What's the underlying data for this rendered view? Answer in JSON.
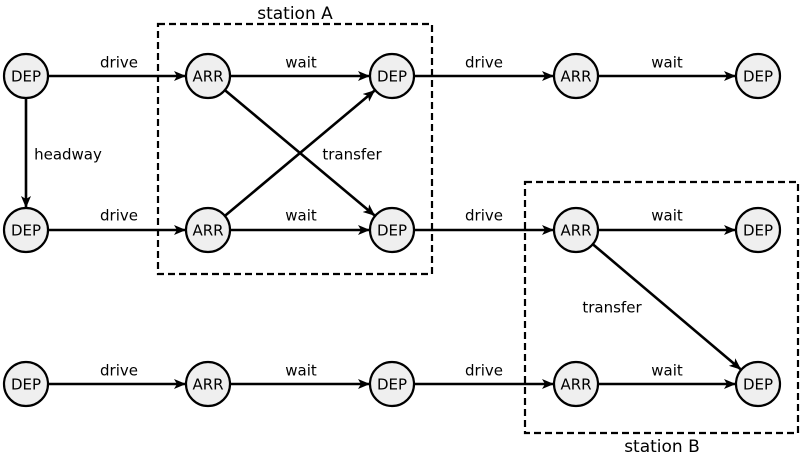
{
  "stations": [
    {
      "id": "A",
      "label": "station A"
    },
    {
      "id": "B",
      "label": "station B"
    }
  ],
  "nodes": [
    {
      "id": "r1c1",
      "label": "DEP"
    },
    {
      "id": "r1c2",
      "label": "ARR"
    },
    {
      "id": "r1c3",
      "label": "DEP"
    },
    {
      "id": "r1c4",
      "label": "ARR"
    },
    {
      "id": "r1c5",
      "label": "DEP"
    },
    {
      "id": "r2c1",
      "label": "DEP"
    },
    {
      "id": "r2c2",
      "label": "ARR"
    },
    {
      "id": "r2c3",
      "label": "DEP"
    },
    {
      "id": "r2c4",
      "label": "ARR"
    },
    {
      "id": "r2c5",
      "label": "DEP"
    },
    {
      "id": "r3c1",
      "label": "DEP"
    },
    {
      "id": "r3c2",
      "label": "ARR"
    },
    {
      "id": "r3c3",
      "label": "DEP"
    },
    {
      "id": "r3c4",
      "label": "ARR"
    },
    {
      "id": "r3c5",
      "label": "DEP"
    }
  ],
  "edges": [
    {
      "from": "r1c1",
      "to": "r1c2",
      "label": "drive"
    },
    {
      "from": "r1c2",
      "to": "r1c3",
      "label": "wait"
    },
    {
      "from": "r1c3",
      "to": "r1c4",
      "label": "drive"
    },
    {
      "from": "r1c4",
      "to": "r1c5",
      "label": "wait"
    },
    {
      "from": "r1c1",
      "to": "r2c1",
      "label": "headway"
    },
    {
      "from": "r2c1",
      "to": "r2c2",
      "label": "drive"
    },
    {
      "from": "r2c2",
      "to": "r2c3",
      "label": "wait"
    },
    {
      "from": "r2c3",
      "to": "r2c4",
      "label": "drive"
    },
    {
      "from": "r2c4",
      "to": "r2c5",
      "label": "wait"
    },
    {
      "from": "r3c1",
      "to": "r3c2",
      "label": "drive"
    },
    {
      "from": "r3c2",
      "to": "r3c3",
      "label": "wait"
    },
    {
      "from": "r3c3",
      "to": "r3c4",
      "label": "drive"
    },
    {
      "from": "r3c4",
      "to": "r3c5",
      "label": "wait"
    },
    {
      "from": "r1c2",
      "to": "r2c3",
      "label": "transfer"
    },
    {
      "from": "r2c2",
      "to": "r1c3",
      "label": ""
    },
    {
      "from": "r2c4",
      "to": "r3c5",
      "label": "transfer"
    }
  ]
}
